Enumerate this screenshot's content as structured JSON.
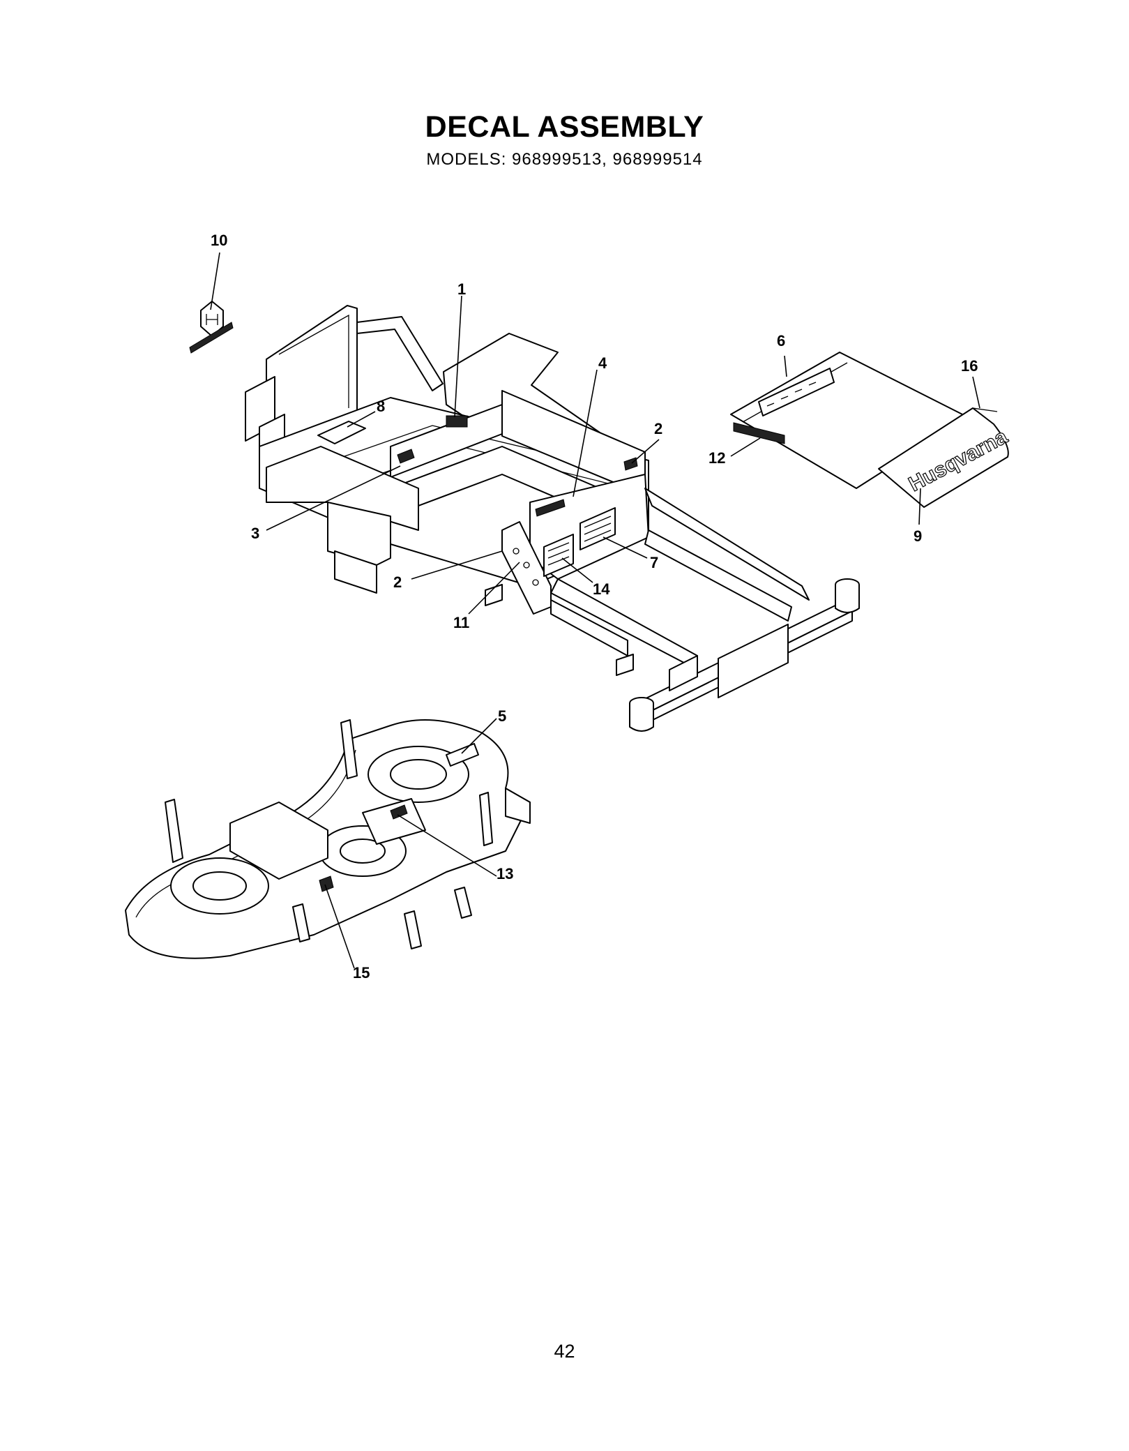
{
  "header": {
    "title": "DECAL ASSEMBLY",
    "subtitle": "MODELS: 968999513, 968999514"
  },
  "diagram": {
    "brand_logo_text": "Husqvarna",
    "callouts": [
      {
        "id": "c10",
        "label": "10"
      },
      {
        "id": "c1",
        "label": "1"
      },
      {
        "id": "c8",
        "label": "8"
      },
      {
        "id": "c4",
        "label": "4"
      },
      {
        "id": "c6",
        "label": "6"
      },
      {
        "id": "c16",
        "label": "16"
      },
      {
        "id": "c2a",
        "label": "2"
      },
      {
        "id": "c12",
        "label": "12"
      },
      {
        "id": "c3",
        "label": "3"
      },
      {
        "id": "c9",
        "label": "9"
      },
      {
        "id": "c7",
        "label": "7"
      },
      {
        "id": "c2b",
        "label": "2"
      },
      {
        "id": "c14",
        "label": "14"
      },
      {
        "id": "c11",
        "label": "11"
      },
      {
        "id": "c5",
        "label": "5"
      },
      {
        "id": "c13",
        "label": "13"
      },
      {
        "id": "c15",
        "label": "15"
      }
    ]
  },
  "footer": {
    "page_number": "42"
  }
}
